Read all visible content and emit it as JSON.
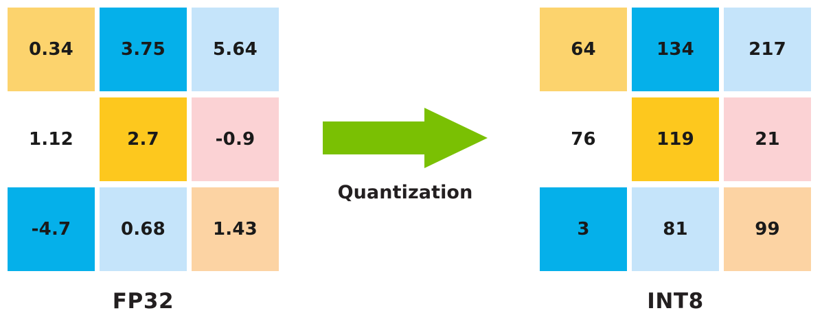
{
  "page": {
    "title": "Quantization FP32 to INT8 matrix diagram",
    "background": "#ffffff"
  },
  "palette": {
    "light_gold": "#FCD36D",
    "cyan": "#05B0EA",
    "light_blue": "#C5E4FA",
    "white": "#FFFFFF",
    "bright_gold": "#FDC81E",
    "pink": "#FBD2D4",
    "peach": "#FCD3A3",
    "arrow_green": "#7AC003",
    "text_dark": "#231F20"
  },
  "left_matrix": {
    "caption": "FP32",
    "rows": [
      [
        {
          "value": "0.34",
          "color": "#FCD36D"
        },
        {
          "value": "3.75",
          "color": "#05B0EA"
        },
        {
          "value": "5.64",
          "color": "#C5E4FA"
        }
      ],
      [
        {
          "value": "1.12",
          "color": "#FFFFFF"
        },
        {
          "value": "2.7",
          "color": "#FDC81E"
        },
        {
          "value": "-0.9",
          "color": "#FBD2D4"
        }
      ],
      [
        {
          "value": "-4.7",
          "color": "#05B0EA"
        },
        {
          "value": "0.68",
          "color": "#C5E4FA"
        },
        {
          "value": "1.43",
          "color": "#FCD3A3"
        }
      ]
    ]
  },
  "right_matrix": {
    "caption": "INT8",
    "rows": [
      [
        {
          "value": "64",
          "color": "#FCD36D"
        },
        {
          "value": "134",
          "color": "#05B0EA"
        },
        {
          "value": "217",
          "color": "#C5E4FA"
        }
      ],
      [
        {
          "value": "76",
          "color": "#FFFFFF"
        },
        {
          "value": "119",
          "color": "#FDC81E"
        },
        {
          "value": "21",
          "color": "#FBD2D4"
        }
      ],
      [
        {
          "value": "3",
          "color": "#05B0EA"
        },
        {
          "value": "81",
          "color": "#C5E4FA"
        },
        {
          "value": "99",
          "color": "#FCD3A3"
        }
      ]
    ]
  },
  "transform": {
    "label": "Quantization",
    "arrow_icon": "arrow-right-icon",
    "arrow_color": "#7AC003",
    "direction": "left-to-right"
  },
  "chart_data": {
    "type": "table",
    "title": "Quantization",
    "series": [
      {
        "name": "FP32",
        "categories": [
          "r0c0",
          "r0c1",
          "r0c2",
          "r1c0",
          "r1c1",
          "r1c2",
          "r2c0",
          "r2c1",
          "r2c2"
        ],
        "values": [
          0.34,
          3.75,
          5.64,
          1.12,
          2.7,
          -0.9,
          -4.7,
          0.68,
          1.43
        ]
      },
      {
        "name": "INT8",
        "categories": [
          "r0c0",
          "r0c1",
          "r0c2",
          "r1c0",
          "r1c1",
          "r1c2",
          "r2c0",
          "r2c1",
          "r2c2"
        ],
        "values": [
          64,
          134,
          217,
          76,
          119,
          21,
          3,
          81,
          99
        ]
      }
    ],
    "xlabel": "",
    "ylabel": "",
    "grid": false,
    "legend": "none"
  }
}
